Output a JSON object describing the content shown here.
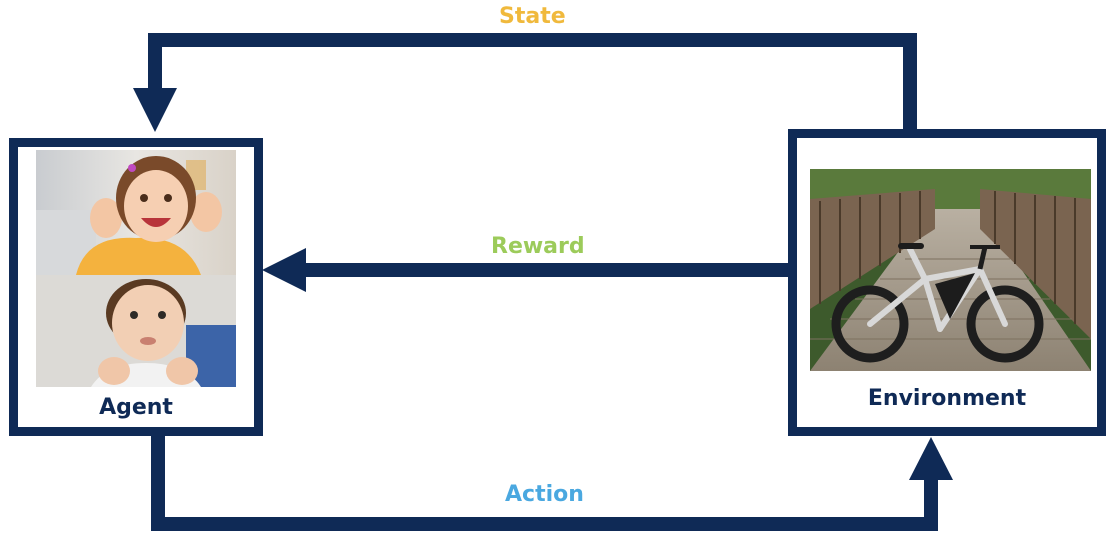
{
  "labels": {
    "state": "State",
    "reward": "Reward",
    "action": "Action"
  },
  "agent": {
    "caption": "Agent"
  },
  "environment": {
    "caption": "Environment"
  },
  "colors": {
    "arrow": "#0f2a56",
    "state": "#f0b93c",
    "reward": "#9ccb5a",
    "action": "#4aa8e0"
  }
}
